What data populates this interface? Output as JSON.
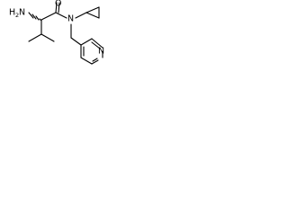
{
  "molecule": {
    "atoms": {
      "amine_h": "H",
      "amine_sub": "2",
      "amine_n": "N",
      "carbonyl_o": "O",
      "amide_n": "N",
      "pyridine_n": "N"
    },
    "colors": {
      "bond": "#000000",
      "text": "#000000",
      "background": "#ffffff"
    }
  }
}
